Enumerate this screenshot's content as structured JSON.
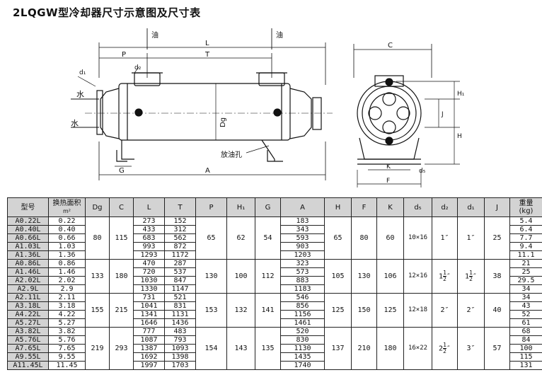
{
  "title": "2LQGW型冷却器尺寸示意图及尺寸表",
  "drawing": {
    "labels": {
      "oil_top1": "油",
      "oil_top2": "油",
      "water_in": "水",
      "water_out": "水",
      "drain": "放油孔",
      "dim_P": "P",
      "dim_T": "T",
      "dim_L": "L",
      "dim_G": "G",
      "dim_A": "A",
      "dim_Dg": "Dg",
      "dim_d1": "d₁",
      "dim_d2": "d₂",
      "dim_C": "C",
      "dim_H1": "H₁",
      "dim_J": "J",
      "dim_H": "H",
      "dim_K": "K",
      "dim_F": "F",
      "dim_d5": "d₅"
    }
  },
  "table": {
    "headers": [
      "型号",
      "换热面积",
      "m²",
      "Dg",
      "C",
      "L",
      "T",
      "P",
      "H₁",
      "G",
      "A",
      "H",
      "F",
      "K",
      "d₅",
      "d₂",
      "d₁",
      "J",
      "重量",
      "(kg)"
    ],
    "groups": [
      {
        "Dg": "80",
        "C": "115",
        "P": "65",
        "H1": "62",
        "G": "54",
        "H": "65",
        "F": "80",
        "K": "60",
        "d5": "10×16",
        "d2": "1″",
        "d1": "1″",
        "J": "25",
        "rows": [
          {
            "model": "A0.22L",
            "area": "0.22",
            "L": "273",
            "T": "152",
            "A": "183",
            "weight": "5.4"
          },
          {
            "model": "A0.40L",
            "area": "0.40",
            "L": "433",
            "T": "312",
            "A": "343",
            "weight": "6.4"
          },
          {
            "model": "A0.66L",
            "area": "0.66",
            "L": "683",
            "T": "562",
            "A": "593",
            "weight": "7.7"
          },
          {
            "model": "A1.03L",
            "area": "1.03",
            "L": "993",
            "T": "872",
            "A": "903",
            "weight": "9.4"
          },
          {
            "model": "A1.36L",
            "area": "1.36",
            "L": "1293",
            "T": "1172",
            "A": "1203",
            "weight": "11.1"
          }
        ]
      },
      {
        "Dg": "133",
        "C": "180",
        "P": "130",
        "H1": "100",
        "G": "112",
        "H": "105",
        "F": "130",
        "K": "106",
        "d5": "12×16",
        "d2_whole": "1",
        "d2_num": "1",
        "d2_den": "2",
        "d2_mark": "″",
        "d1_whole": "1",
        "d1_num": "1",
        "d1_den": "2",
        "d1_mark": "″",
        "J": "38",
        "rows": [
          {
            "model": "A0.86L",
            "area": "0.86",
            "L": "470",
            "T": "287",
            "A": "323",
            "weight": "21"
          },
          {
            "model": "A1.46L",
            "area": "1.46",
            "L": "720",
            "T": "537",
            "A": "573",
            "weight": "25"
          },
          {
            "model": "A2.02L",
            "area": "2.02",
            "L": "1030",
            "T": "847",
            "A": "883",
            "weight": "29.5"
          },
          {
            "model": "A2.9L",
            "area": "2.9",
            "L": "1330",
            "T": "1147",
            "A": "1183",
            "weight": "34"
          }
        ]
      },
      {
        "Dg": "155",
        "C": "215",
        "P": "153",
        "H1": "132",
        "G": "141",
        "H": "125",
        "F": "150",
        "K": "125",
        "d5": "12×18",
        "d2": "2″",
        "d1": "2″",
        "J": "40",
        "rows": [
          {
            "model": "A2.11L",
            "area": "2.11",
            "L": "731",
            "T": "521",
            "A": "546",
            "weight": "34"
          },
          {
            "model": "A3.18L",
            "area": "3.18",
            "L": "1041",
            "T": "831",
            "A": "856",
            "weight": "43"
          },
          {
            "model": "A4.22L",
            "area": "4.22",
            "L": "1341",
            "T": "1131",
            "A": "1156",
            "weight": "52"
          },
          {
            "model": "A5.27L",
            "area": "5.27",
            "L": "1646",
            "T": "1436",
            "A": "1461",
            "weight": "61"
          }
        ]
      },
      {
        "Dg": "219",
        "C": "293",
        "P": "154",
        "H1": "143",
        "G": "135",
        "H": "137",
        "F": "210",
        "K": "180",
        "d5": "16×22",
        "d2_whole": "2",
        "d2_num": "1",
        "d2_den": "2",
        "d2_mark": "″",
        "d1": "3″",
        "J": "57",
        "rows": [
          {
            "model": "A3.82L",
            "area": "3.82",
            "L": "777",
            "T": "483",
            "A": "520",
            "weight": "68"
          },
          {
            "model": "A5.76L",
            "area": "5.76",
            "L": "1087",
            "T": "793",
            "A": "830",
            "weight": "84"
          },
          {
            "model": "A7.65L",
            "area": "7.65",
            "L": "1387",
            "T": "1093",
            "A": "1130",
            "weight": "100"
          },
          {
            "model": "A9.55L",
            "area": "9.55",
            "L": "1692",
            "T": "1398",
            "A": "1435",
            "weight": "115"
          },
          {
            "model": "A11.45L",
            "area": "11.45",
            "L": "1997",
            "T": "1703",
            "A": "1740",
            "weight": "131"
          }
        ]
      }
    ]
  }
}
